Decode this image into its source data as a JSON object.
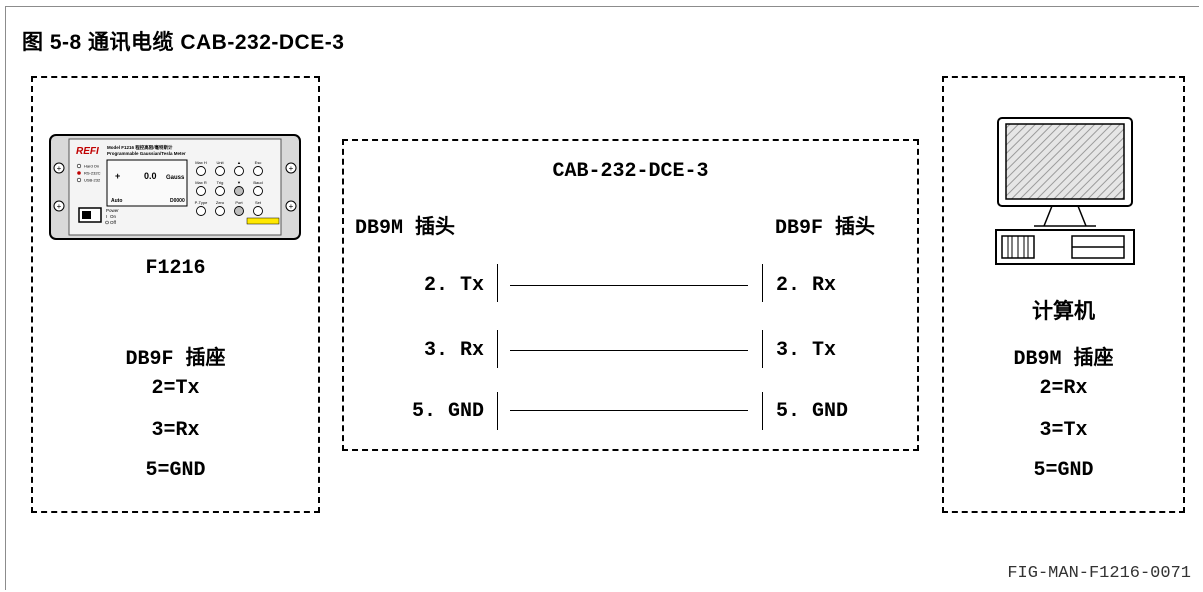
{
  "title": "图 5-8 通讯电缆 CAB-232-DCE-3",
  "device": {
    "brand_logo": "REFI",
    "model_line1": "Model F1216 程控高阻/毫特斯计",
    "model_line2": "Programmable Gaussian/Tesla Meter",
    "indicators": [
      "Hard On",
      "RS-232C",
      "USB-232"
    ],
    "display_value": "0.0",
    "display_unit": "Gauss",
    "display_sign": "+",
    "display_mode": "Auto",
    "display_right": "D0000",
    "button_labels": [
      "Max H",
      "Unit",
      "▲",
      "Esc",
      "Max R",
      "Trig",
      "▼",
      "Baud",
      "P-Type",
      "Zero",
      "Port",
      "Set"
    ],
    "power_label": "Power",
    "power_on": "On",
    "power_off": "Off",
    "warning_strip": "",
    "name": "F1216",
    "connector": "DB9F 插座",
    "pins": [
      "2=Tx",
      "3=Rx",
      "5=GND"
    ]
  },
  "cable": {
    "name": "CAB-232-DCE-3",
    "left_connector": "DB9M 插头",
    "right_connector": "DB9F 插头",
    "wires": [
      {
        "left": "2. Tx",
        "right": "2. Rx"
      },
      {
        "left": "3. Rx",
        "right": "3. Tx"
      },
      {
        "left": "5. GND",
        "right": "5. GND"
      }
    ]
  },
  "computer": {
    "name": "计算机",
    "connector": "DB9M 插座",
    "pins": [
      "2=Rx",
      "3=Tx",
      "5=GND"
    ]
  },
  "figure_id": "FIG-MAN-F1216-0071"
}
